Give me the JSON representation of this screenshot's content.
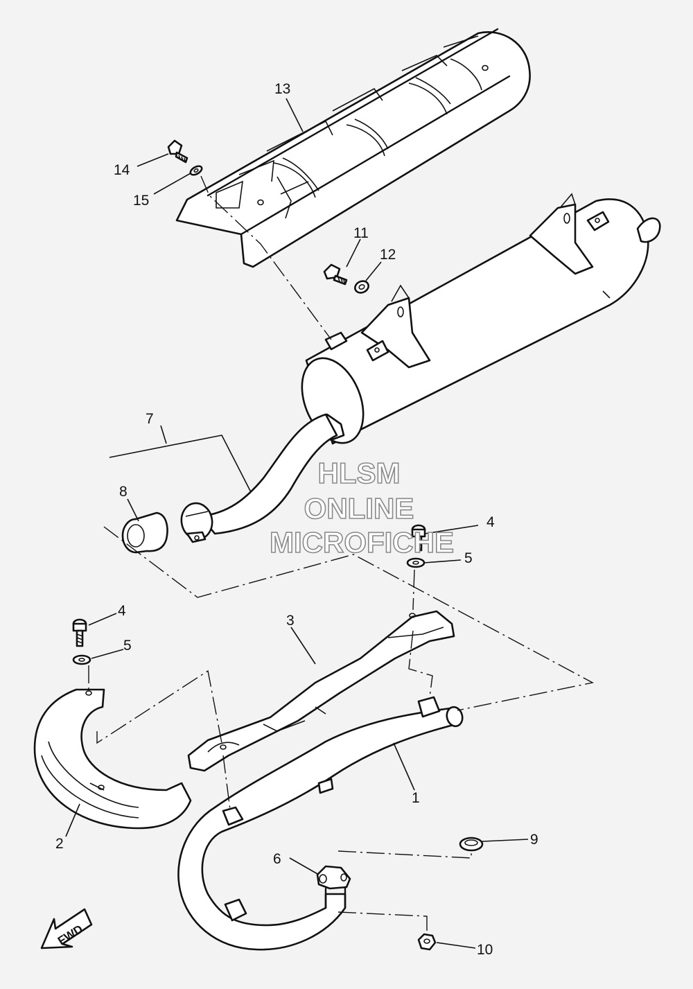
{
  "callouts": {
    "c1": "1",
    "c2": "2",
    "c3": "3",
    "c4a": "4",
    "c4b": "4",
    "c5a": "5",
    "c5b": "5",
    "c6": "6",
    "c7": "7",
    "c8": "8",
    "c9": "9",
    "c10": "10",
    "c11": "11",
    "c12": "12",
    "c13": "13",
    "c14": "14",
    "c15": "15"
  },
  "watermark": {
    "line1": "HLSM",
    "line2": "ONLINE",
    "line3": "MICROFICHE"
  },
  "direction": {
    "label": "FWD"
  },
  "colors": {
    "background": "#f3f3f3",
    "line": "#111111",
    "watermark_stroke": "#8a8a8a"
  }
}
